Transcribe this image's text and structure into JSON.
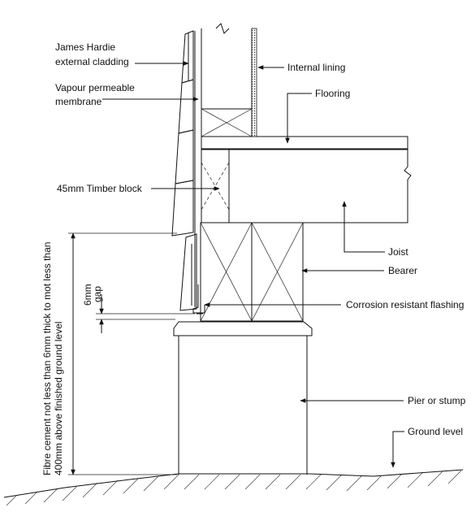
{
  "labels": {
    "cladding_line1": "James Hardie",
    "cladding_line2": "external cladding",
    "membrane_line1": "Vapour permeable",
    "membrane_line2": "membrane",
    "timber_block": "45mm Timber block",
    "internal_lining": "Internal lining",
    "flooring": "Flooring",
    "joist": "Joist",
    "bearer": "Bearer",
    "flashing": "Corrosion resistant flashing",
    "pier": "Pier or stump",
    "ground": "Ground level",
    "gap_line1": "6mm",
    "gap_line2": "gap",
    "vertical_note_line1": "Fibre cement not less than 6mm thick to mot less than",
    "vertical_note_line2": "400mm above finished ground level"
  }
}
